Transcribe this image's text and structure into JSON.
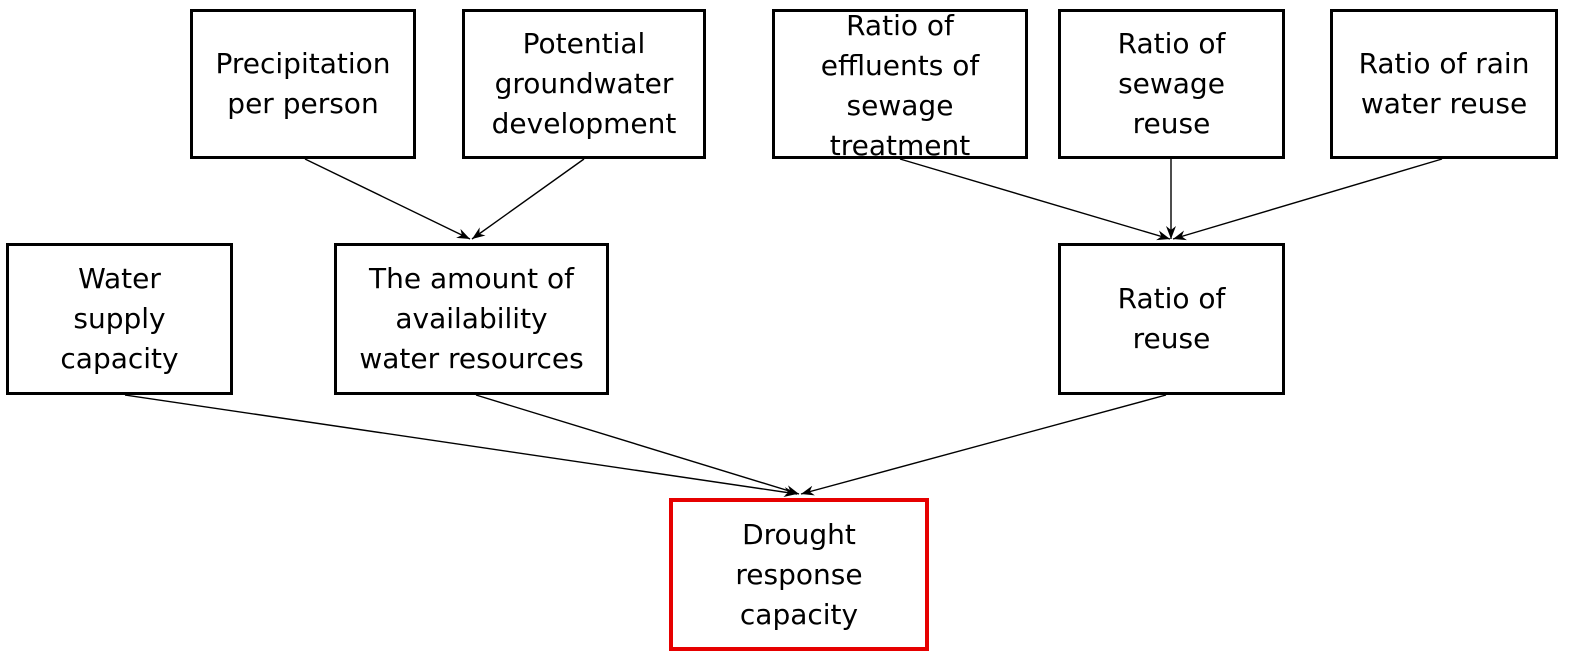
{
  "colors": {
    "box_border": "#000000",
    "root_border": "#e60000",
    "arrow": "#000000",
    "text": "#000000"
  },
  "nodes": {
    "precipitation": "Precipitation\nper person",
    "potential": "Potential\ngroundwater\ndevelopment",
    "effluents": "Ratio of\neffluents of\nsewage\ntreatment",
    "sewage": "Ratio of\nsewage\nreuse",
    "rain": "Ratio of rain\nwater reuse",
    "water_supply": "Water\nsupply\ncapacity",
    "availability": "The amount of\navailability\nwater resources",
    "reuse": "Ratio of\nreuse",
    "drought": "Drought\nresponse\ncapacity"
  }
}
